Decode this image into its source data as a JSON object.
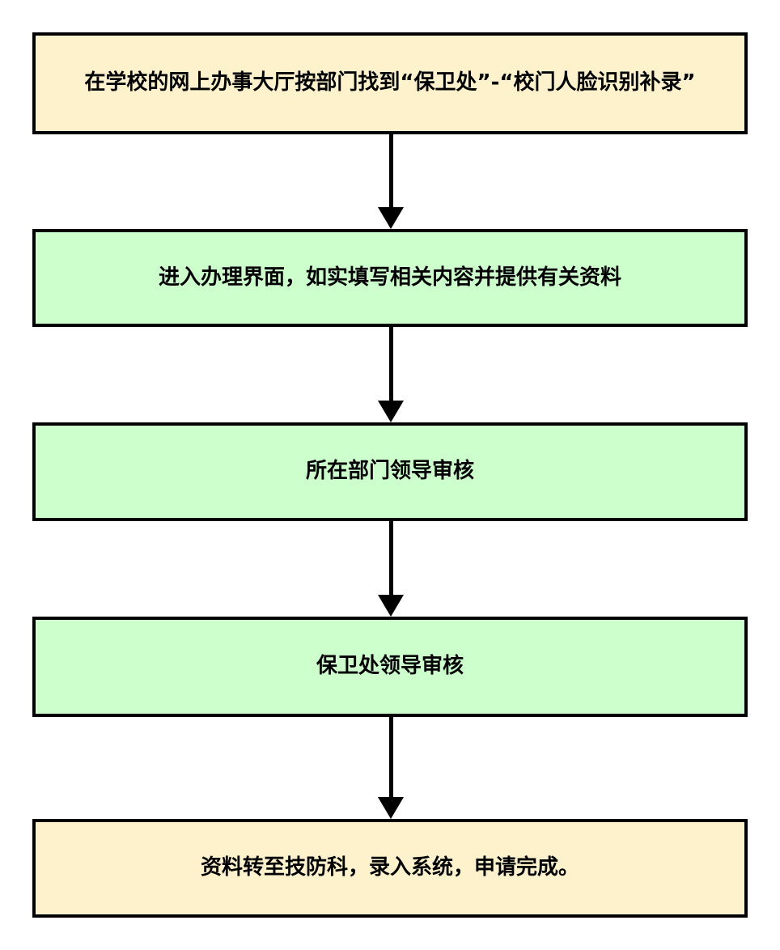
{
  "flowchart": {
    "colors": {
      "background": "#FFFFFF",
      "terminal_fill": "#FDF2CC",
      "process_fill": "#CCFFCC",
      "border": "#000000",
      "arrow": "#000000",
      "text": "#000000"
    },
    "steps": [
      {
        "type": "terminal",
        "fill": "#FDF2CC",
        "label": "在学校的网上办事大厅按部门找到“保卫处”-“校门人脸识别补录”"
      },
      {
        "type": "process",
        "fill": "#CCFFCC",
        "label": "进入办理界面，如实填写相关内容并提供有关资料"
      },
      {
        "type": "process",
        "fill": "#CCFFCC",
        "label": "所在部门领导审核"
      },
      {
        "type": "process",
        "fill": "#CCFFCC",
        "label": "保卫处领导审核"
      },
      {
        "type": "terminal",
        "fill": "#FDF2CC",
        "label": "资料转至技防科，录入系统，申请完成。"
      }
    ]
  }
}
